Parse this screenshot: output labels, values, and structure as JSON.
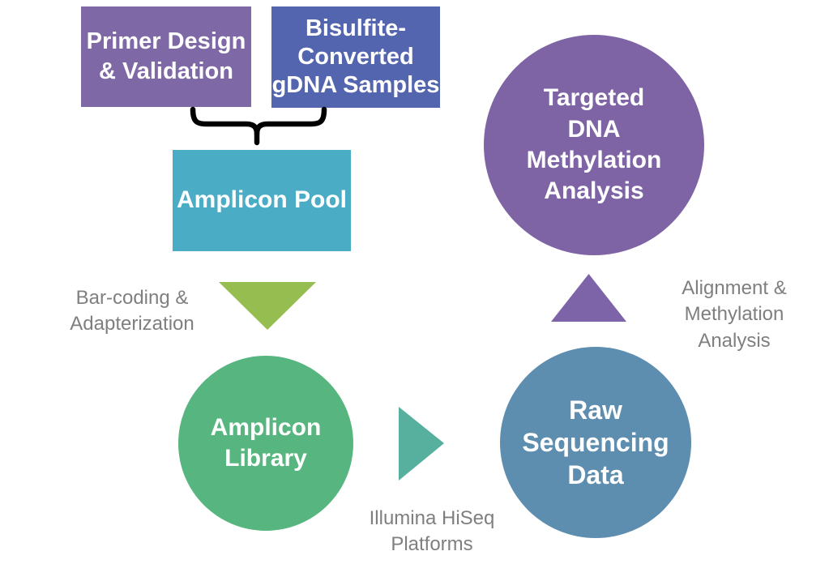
{
  "colors": {
    "background": "#FFFFFF",
    "node_text": "#FFFFFF",
    "purple_box": "#7E68A6",
    "indigo_box": "#5365AE",
    "teal_box": "#4AACC5",
    "olive_triangle": "#95BD4F",
    "green_circle": "#57B67F",
    "teal_triangle": "#57B09E",
    "blue_circle": "#5D8DAF",
    "purple_triangle": "#7D64A8",
    "purple_circle": "#7E64A5",
    "label_gray": "#7F7F7F",
    "brace_black": "#000000"
  },
  "nodes": {
    "primer_design": {
      "label": "Primer Design\n& Validation"
    },
    "bisulfite_gdna": {
      "label": "Bisulfite-\nConverted\ngDNA Samples"
    },
    "amplicon_pool": {
      "label": "Amplicon Pool"
    },
    "amplicon_library": {
      "label": "Amplicon\nLibrary"
    },
    "raw_sequencing": {
      "label": "Raw\nSequencing\nData"
    },
    "targeted_methylation": {
      "label": "Targeted\nDNA\nMethylation\nAnalysis"
    }
  },
  "step_labels": {
    "barcoding": "Bar-coding &\nAdapterization",
    "illumina": "Illumina HiSeq\nPlatforms",
    "alignment": "Alignment &\nMethylation\nAnalysis"
  }
}
